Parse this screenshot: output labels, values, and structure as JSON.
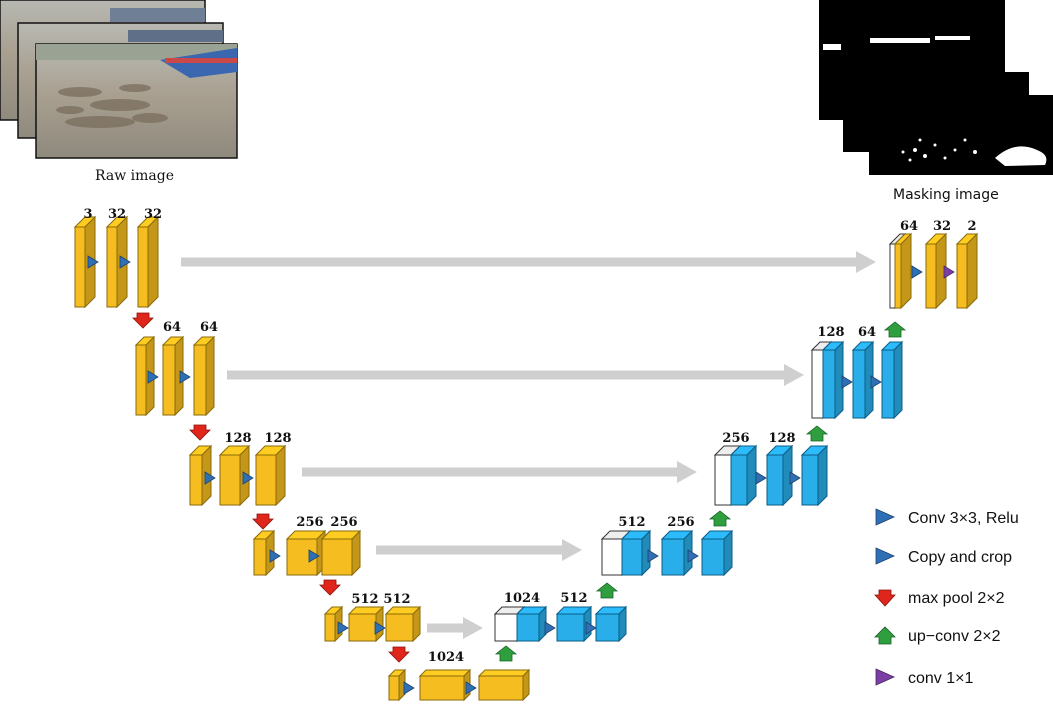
{
  "captions": {
    "input": "Raw image",
    "output": "Masking image"
  },
  "colors": {
    "encoder": "#f5bd1f",
    "encoder_edge": "#8a6a08",
    "decoder": "#29aee9",
    "decoder_edge": "#0b5d86",
    "copy_block": "#ffffff",
    "skip_arrow": "#cfcfcf",
    "conv_arrow": "#2f6fb5",
    "pool_arrow": "#e0251b",
    "upconv_arrow": "#2e9e3e",
    "final_arrow": "#7b3fa3"
  },
  "channels": {
    "level1_enc": [
      "3",
      "32",
      "32"
    ],
    "level1_dec": [
      "64",
      "32",
      "2"
    ],
    "level2_enc": [
      "64",
      "64"
    ],
    "level2_dec": [
      "128",
      "64"
    ],
    "level3_enc": [
      "128",
      "128"
    ],
    "level3_dec": [
      "256",
      "128"
    ],
    "level4_enc": [
      "256",
      "256"
    ],
    "level4_dec": [
      "512",
      "256"
    ],
    "level5_enc": [
      "512",
      "512"
    ],
    "level5_dec": [
      "1024",
      "512"
    ],
    "bottom": [
      "1024"
    ]
  },
  "legend": [
    {
      "icon": "conv-arrow-icon",
      "label": "Conv 3×3, Relu"
    },
    {
      "icon": "copy-crop-arrow-icon",
      "label": "Copy and crop"
    },
    {
      "icon": "max-pool-arrow-icon",
      "label": "max pool 2×2"
    },
    {
      "icon": "up-conv-arrow-icon",
      "label": "up−conv 2×2"
    },
    {
      "icon": "conv1x1-arrow-icon",
      "label": "conv 1×1"
    }
  ]
}
